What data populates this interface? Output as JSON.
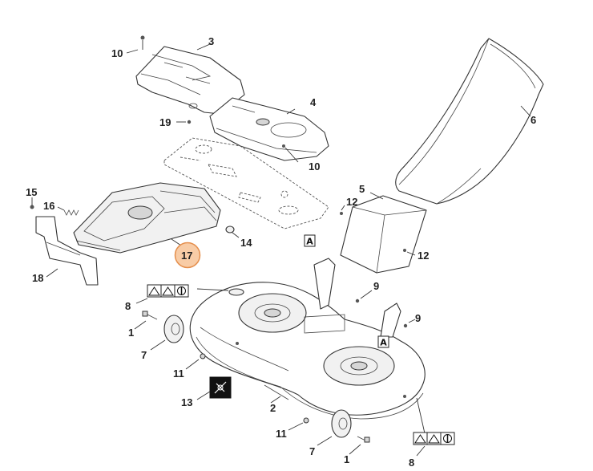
{
  "callouts": {
    "c1a": "1",
    "c1b": "1",
    "c2": "2",
    "c3": "3",
    "c4": "4",
    "c5": "5",
    "c6": "6",
    "c7a": "7",
    "c7b": "7",
    "c8a": "8",
    "c8b": "8",
    "c9a": "9",
    "c9b": "9",
    "c10a": "10",
    "c10b": "10",
    "c11a": "11",
    "c11b": "11",
    "c12a": "12",
    "c12b": "12",
    "c13": "13",
    "c14": "14",
    "c15": "15",
    "c16": "16",
    "c17": "17",
    "c18": "18",
    "c19": "19"
  },
  "reference_marks": {
    "a1": "A",
    "a2": "A"
  },
  "highlight": {
    "part_number": "17",
    "color": "#f2a060"
  },
  "warning_labels": {
    "icons": [
      "warning-triangle-icon",
      "warning-triangle-icon",
      "hearing-protection-icon"
    ]
  }
}
